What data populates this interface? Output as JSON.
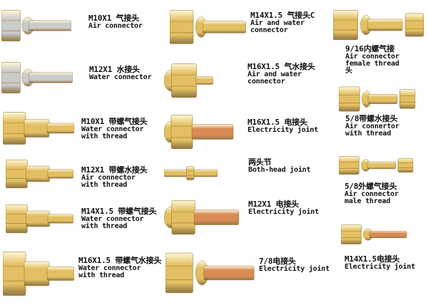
{
  "products": [
    {
      "id": "m10x1-air",
      "cn": "M10X1 气接头",
      "en": [
        "Air connector"
      ],
      "metal": "silver"
    },
    {
      "id": "m12x1-water",
      "cn": "M12X1 水接头",
      "en": [
        "Water connector"
      ],
      "metal": "silver"
    },
    {
      "id": "m10x1-threaded-air",
      "cn": "M10X1 带螺气接头",
      "en": [
        "Water connector",
        "with thread"
      ],
      "metal": "brass"
    },
    {
      "id": "m12x1-threaded-water",
      "cn": "M12X1 带螺水接头",
      "en": [
        "Air connector",
        "with thread"
      ],
      "metal": "brass"
    },
    {
      "id": "m14x15-threaded-air",
      "cn": "M14X1.5 带螺气接头",
      "en": [
        "Water connector",
        "with thread"
      ],
      "metal": "brass"
    },
    {
      "id": "m16x15-threaded-air-water",
      "cn": "M16X1.5 带螺气水接头",
      "en": [
        "Water connector",
        "with thread"
      ],
      "metal": "brass"
    },
    {
      "id": "m14x15-air-c",
      "cn": "M14X1.5 气接头C",
      "en": [
        "Air and water",
        "connector"
      ],
      "metal": "brass"
    },
    {
      "id": "m16x15-air-water",
      "cn": "M16X1.5 气水接头",
      "en": [
        "Air and water",
        "connector"
      ],
      "metal": "brass"
    },
    {
      "id": "m16x15-electric",
      "cn": "M16X1.5 电接头",
      "en": [
        "Electricity joint"
      ],
      "metal": "copper"
    },
    {
      "id": "both-head",
      "cn": "两头节",
      "en": [
        "Both-head joint"
      ],
      "metal": "brass"
    },
    {
      "id": "m12x1-electric",
      "cn": "M12X1 电接头",
      "en": [
        "Electricity joint"
      ],
      "metal": "copper"
    },
    {
      "id": "7-8-electric",
      "cn": "7/8电接头",
      "en": [
        "Electricity joint"
      ],
      "metal": "copper"
    },
    {
      "id": "9-16-female-air",
      "cn": "9/16内螺气接",
      "en": [
        "Air connector",
        "female thread",
        "头"
      ],
      "metal": "brass"
    },
    {
      "id": "5-8-threaded-water",
      "cn": "5/8带螺水接头",
      "en": [
        "Air connertor",
        "with thread"
      ],
      "metal": "brass"
    },
    {
      "id": "5-8-male-air",
      "cn": "5/8外螺气接头",
      "en": [
        "Air connector",
        "male thread"
      ],
      "metal": "brass"
    },
    {
      "id": "m14x15-electric",
      "cn": "M14X1.5电接头",
      "en": [
        "Electricity joint"
      ],
      "metal": "copper"
    }
  ],
  "colors": {
    "brass": "#e2bf62",
    "silver": "#c9cbcd",
    "copper": "#d98a55",
    "text": "#111111"
  }
}
